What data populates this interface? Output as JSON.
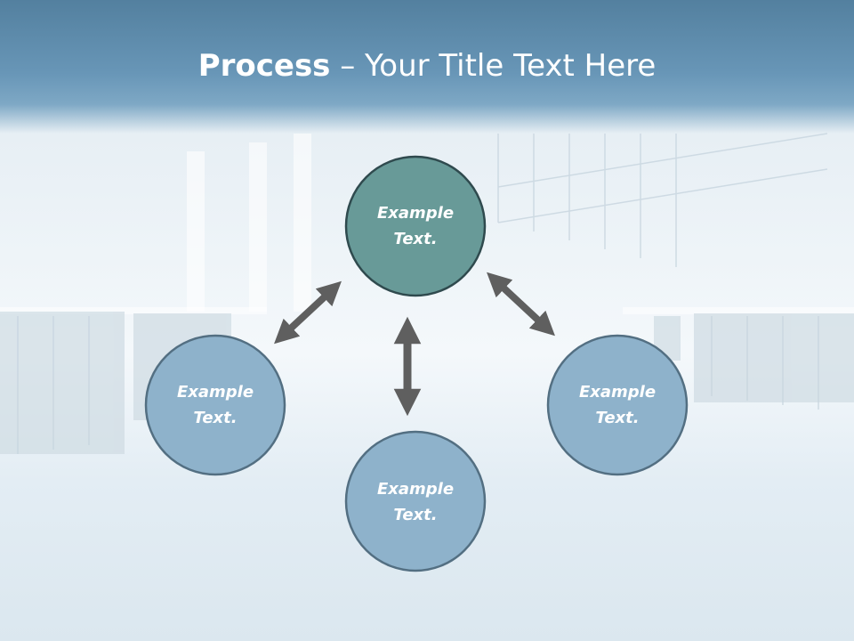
{
  "slide": {
    "title_bold": "Process",
    "title_rest": " – Your Title Text Here"
  },
  "colors": {
    "header": "#6896b7",
    "node_top_fill": "#689a98",
    "node_fill": "#8eb2cb",
    "node_stroke": "#3d5a6a",
    "arrow": "#5f5f5f"
  },
  "diagram": {
    "nodes": [
      {
        "id": "top",
        "line1": "Example",
        "line2": "Text."
      },
      {
        "id": "left",
        "line1": "Example",
        "line2": "Text."
      },
      {
        "id": "bottom",
        "line1": "Example",
        "line2": "Text."
      },
      {
        "id": "right",
        "line1": "Example",
        "line2": "Text."
      }
    ],
    "arrows": [
      {
        "from": "top",
        "to": "left",
        "type": "bidirectional"
      },
      {
        "from": "top",
        "to": "right",
        "type": "bidirectional"
      },
      {
        "from": "top",
        "to": "bottom",
        "type": "bidirectional"
      }
    ]
  }
}
